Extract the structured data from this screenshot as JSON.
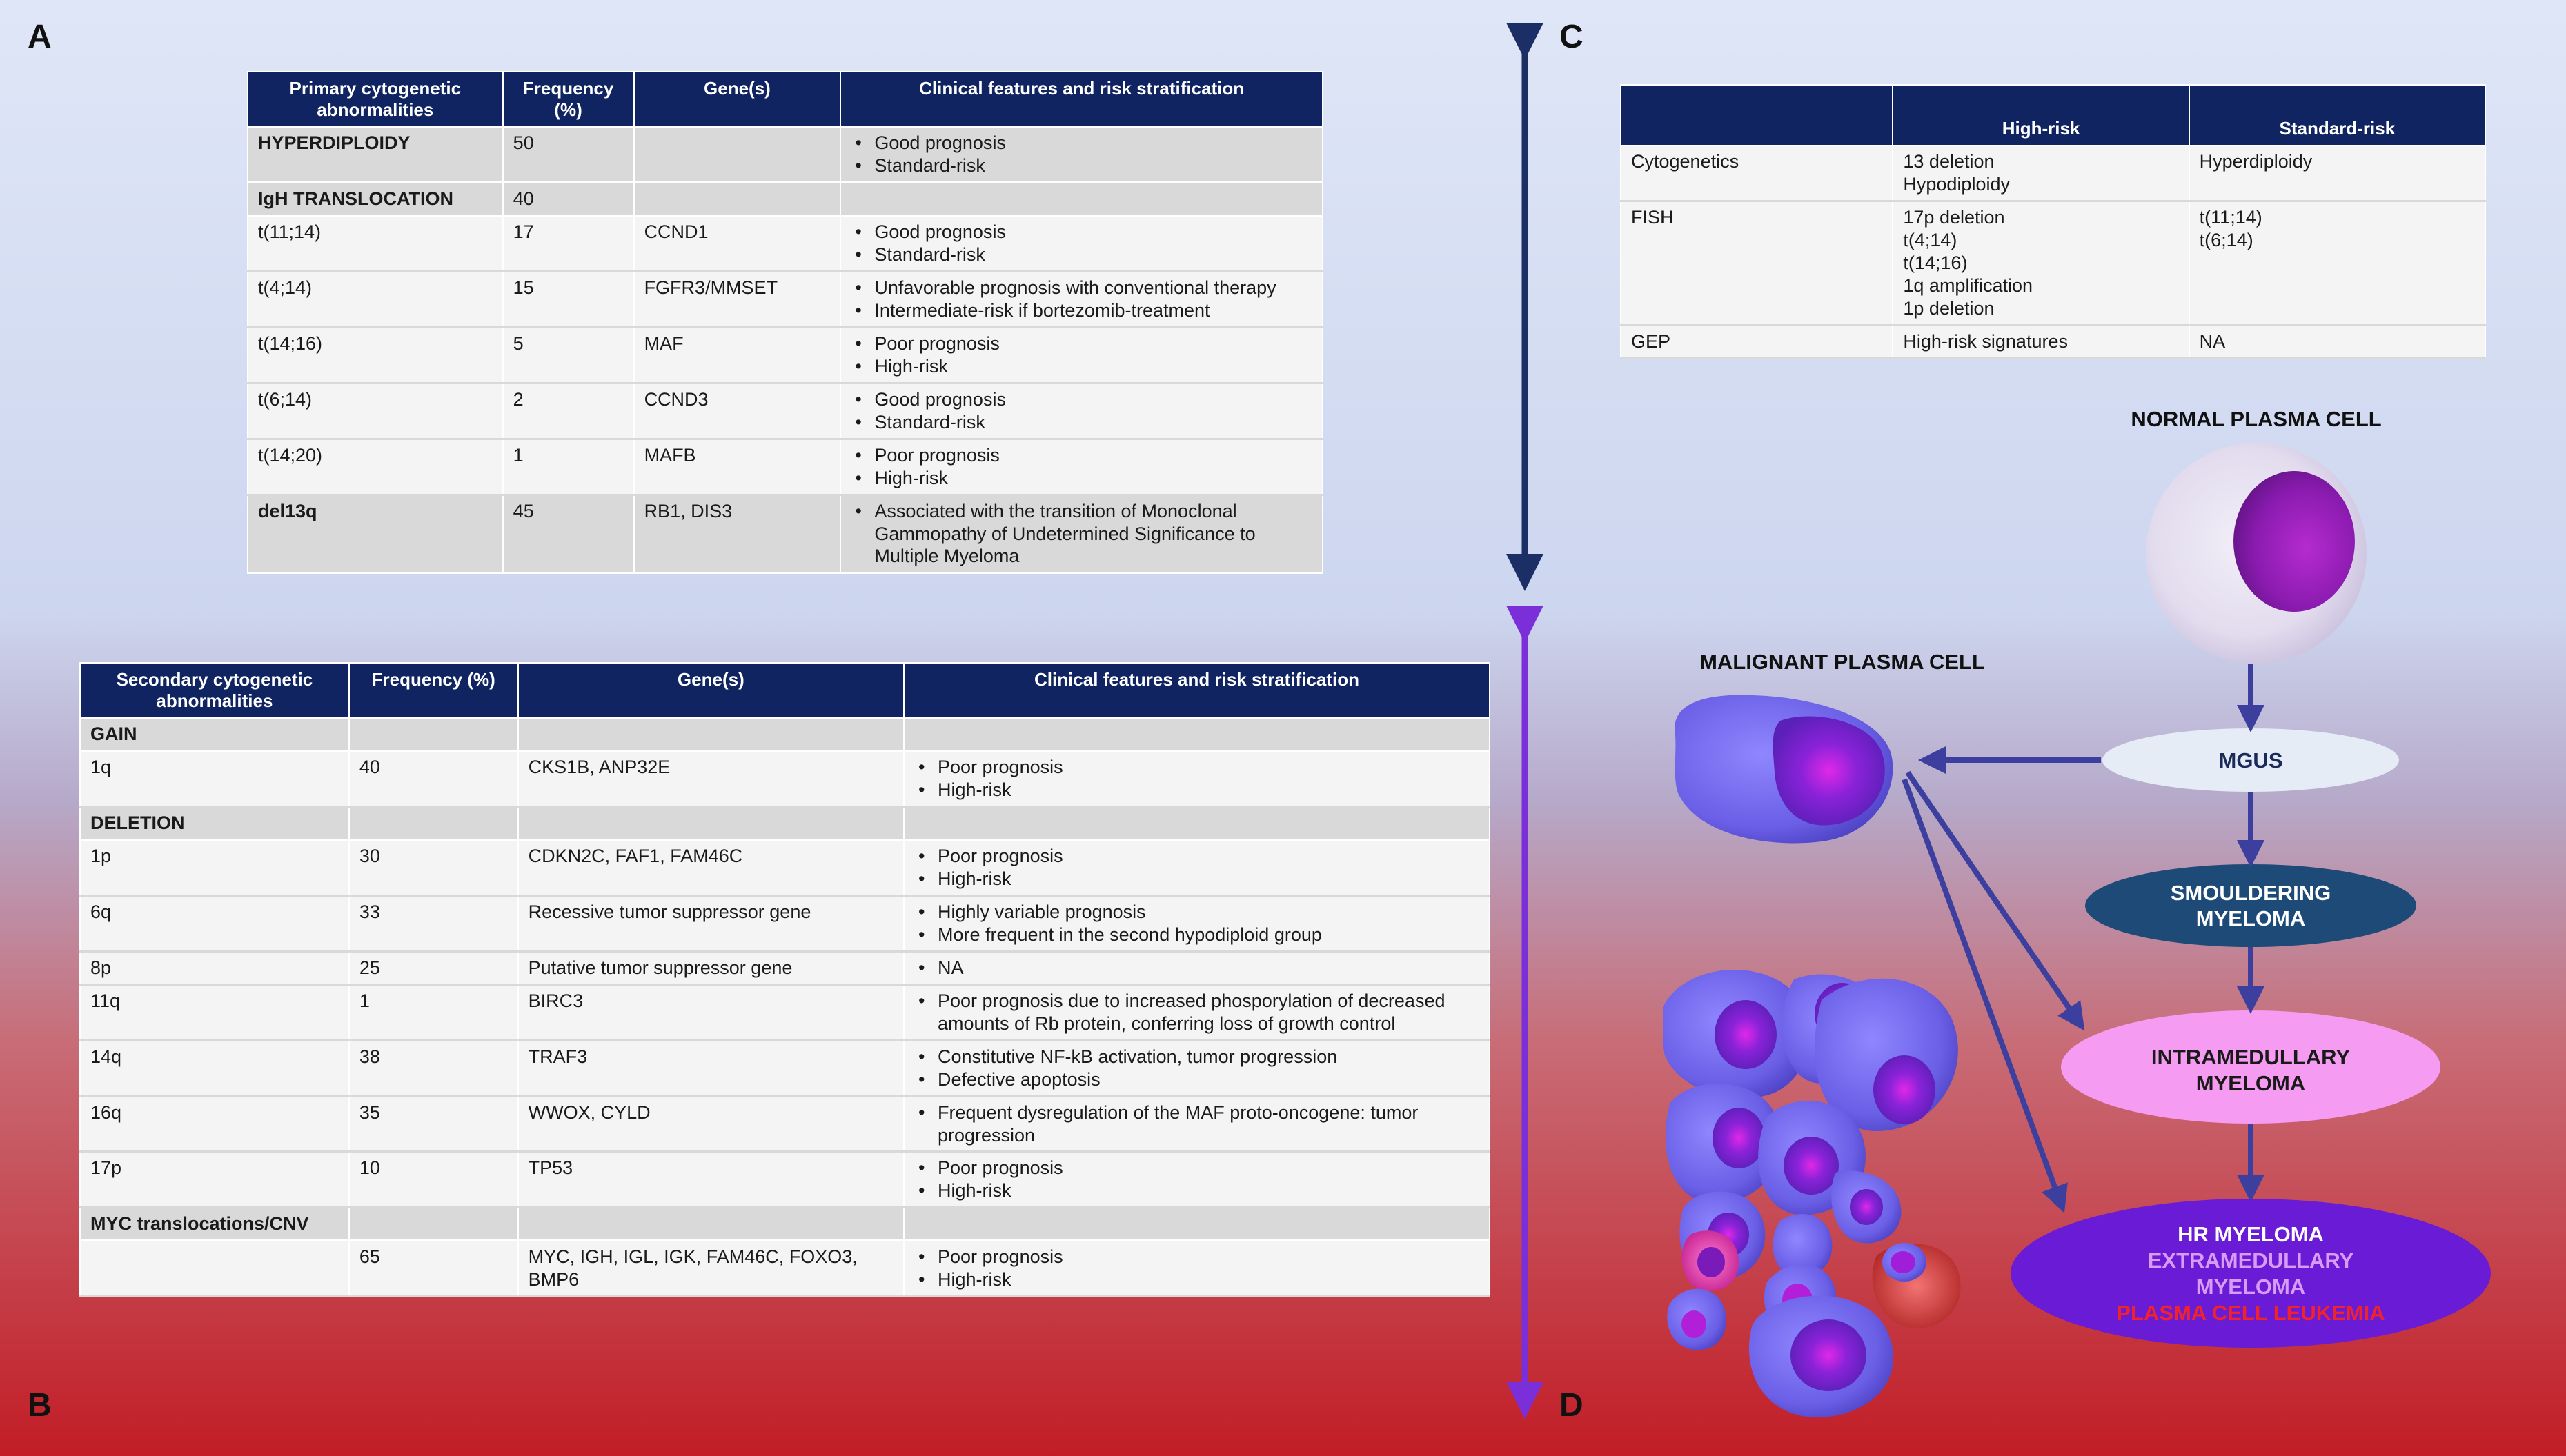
{
  "panels": {
    "a": "A",
    "b": "B",
    "c": "C",
    "d": "D"
  },
  "primary_table": {
    "headers": [
      "Primary cytogenetic abnormalities",
      "Frequency (%)",
      "Gene(s)",
      "Clinical features and risk stratification"
    ],
    "rows": [
      {
        "abnormality": "HYPERDIPLOIDY",
        "frequency": "50",
        "genes": "",
        "features": [
          "Good prognosis",
          "Standard-risk"
        ]
      },
      {
        "abnormality": "IgH TRANSLOCATION",
        "frequency": "40",
        "genes": "",
        "features": []
      },
      {
        "abnormality": "t(11;14)",
        "frequency": "17",
        "genes": "CCND1",
        "features": [
          "Good prognosis",
          "Standard-risk"
        ]
      },
      {
        "abnormality": "t(4;14)",
        "frequency": "15",
        "genes": "FGFR3/MMSET",
        "features": [
          "Unfavorable prognosis with conventional therapy",
          "Intermediate-risk if bortezomib-treatment"
        ]
      },
      {
        "abnormality": "t(14;16)",
        "frequency": "5",
        "genes": "MAF",
        "features": [
          "Poor prognosis",
          "High-risk"
        ]
      },
      {
        "abnormality": "t(6;14)",
        "frequency": "2",
        "genes": "CCND3",
        "features": [
          "Good prognosis",
          "Standard-risk"
        ]
      },
      {
        "abnormality": "t(14;20)",
        "frequency": "1",
        "genes": "MAFB",
        "features": [
          "Poor prognosis",
          "High-risk"
        ]
      },
      {
        "abnormality": "del13q",
        "frequency": "45",
        "genes": "RB1, DIS3",
        "features": [
          "Associated with the transition of Monoclonal Gammopathy of Undetermined Significance to Multiple Myeloma"
        ]
      }
    ]
  },
  "secondary_table": {
    "headers": [
      "Secondary cytogenetic abnormalities",
      "Frequency (%)",
      "Gene(s)",
      "Clinical features and risk stratification"
    ],
    "rows": [
      {
        "abnormality": "GAIN",
        "frequency": "",
        "genes": "",
        "features": []
      },
      {
        "abnormality": "1q",
        "frequency": "40",
        "genes": "CKS1B, ANP32E",
        "features": [
          "Poor prognosis",
          "High-risk"
        ]
      },
      {
        "abnormality": "DELETION",
        "frequency": "",
        "genes": "",
        "features": []
      },
      {
        "abnormality": "1p",
        "frequency": "30",
        "genes": "CDKN2C, FAF1, FAM46C",
        "features": [
          "Poor prognosis",
          "High-risk"
        ]
      },
      {
        "abnormality": "6q",
        "frequency": "33",
        "genes": "Recessive tumor suppressor gene",
        "features": [
          "Highly variable prognosis",
          "More frequent in the second hypodiploid group"
        ]
      },
      {
        "abnormality": "8p",
        "frequency": "25",
        "genes": "Putative tumor suppressor gene",
        "features": [
          "NA"
        ]
      },
      {
        "abnormality": "11q",
        "frequency": "1",
        "genes": "BIRC3",
        "features": [
          "Poor prognosis due to increased phosporylation of decreased amounts of Rb protein, conferring loss of growth control"
        ]
      },
      {
        "abnormality": "14q",
        "frequency": "38",
        "genes": "TRAF3",
        "features": [
          "Constitutive NF-kB activation, tumor progression",
          "Defective apoptosis"
        ]
      },
      {
        "abnormality": "16q",
        "frequency": "35",
        "genes": "WWOX, CYLD",
        "features": [
          "Frequent dysregulation of the MAF proto-oncogene: tumor progression"
        ]
      },
      {
        "abnormality": "17p",
        "frequency": "10",
        "genes": "TP53",
        "features": [
          "Poor prognosis",
          "High-risk"
        ]
      },
      {
        "abnormality": "MYC translocations/CNV",
        "frequency": "",
        "genes": "",
        "features": []
      },
      {
        "abnormality": "",
        "frequency": "65",
        "genes": "MYC, IGH, IGL, IGK, FAM46C, FOXO3, BMP6",
        "features": [
          "Poor prognosis",
          "High-risk"
        ]
      }
    ]
  },
  "risk_table": {
    "headers": [
      "",
      "High-risk",
      "Standard-risk"
    ],
    "rows": [
      {
        "method": "Cytogenetics",
        "high": [
          "13 deletion",
          "Hypodiploidy"
        ],
        "standard": [
          "Hyperdiploidy"
        ]
      },
      {
        "method": "FISH",
        "high": [
          "17p deletion",
          "t(4;14)",
          "t(14;16)",
          "1q amplification",
          "1p deletion"
        ],
        "standard": [
          "t(11;14)",
          "t(6;14)"
        ]
      },
      {
        "method": "GEP",
        "high": [
          "High-risk signatures"
        ],
        "standard": [
          "NA"
        ]
      }
    ]
  },
  "progression": {
    "normal_cell_label": "NORMAL PLASMA CELL",
    "malignant_cell_label": "MALIGNANT PLASMA CELL",
    "mgus": "MGUS",
    "smouldering": [
      "SMOULDERING",
      "MYELOMA"
    ],
    "intramedullary": [
      "INTRAMEDULLARY",
      "MYELOMA"
    ],
    "hr_myeloma": "HR MYELOMA",
    "extramedullary": [
      "EXTRAMEDULLARY",
      "MYELOMA"
    ],
    "leukemia": "PLASMA CELL LEUKEMIA",
    "colors": {
      "navy": "#0f2461",
      "arrow": "#3d3f9e",
      "smouldering_fill": "#1e4a78",
      "intramedullary_fill": "#f59cf2",
      "hr_fill": "#6a1bd6",
      "extramedullary_text": "#d79cf5",
      "leukemia_text": "#f0232a"
    }
  }
}
